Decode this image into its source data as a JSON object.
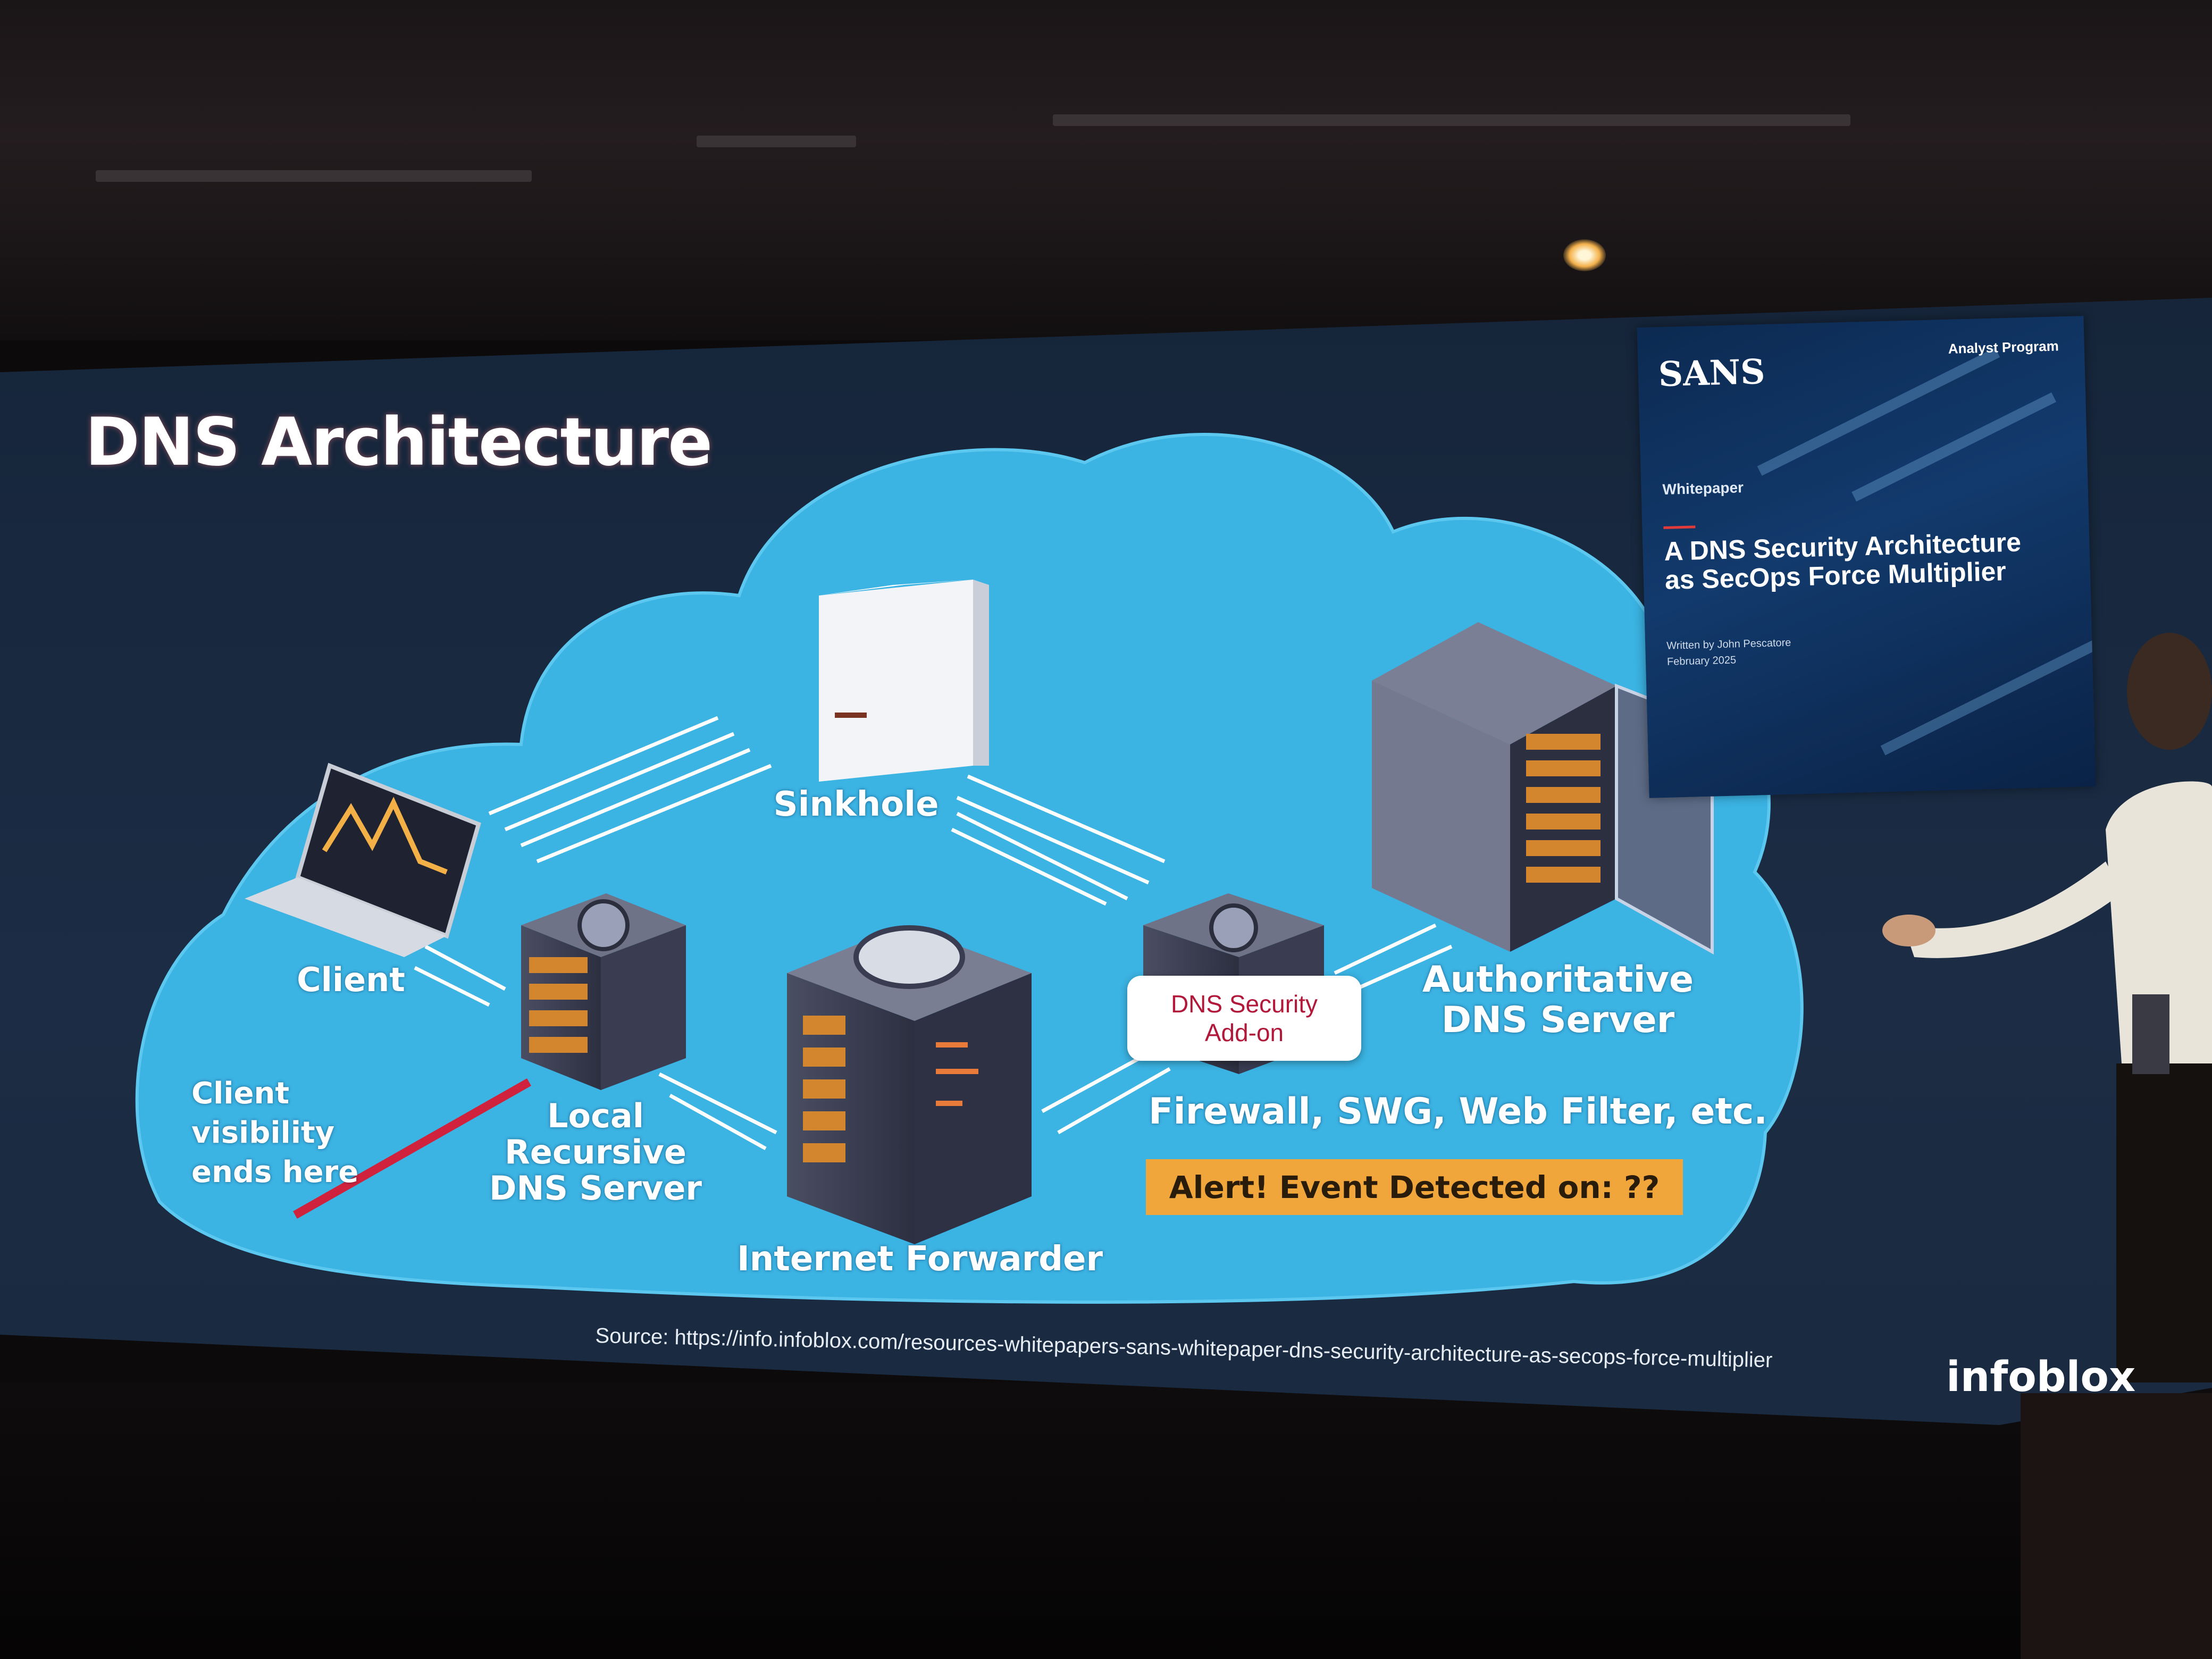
{
  "slide": {
    "title": "DNS Architecture",
    "source_label": "Source:",
    "source_url": "https://info.infoblox.com/resources-whitepapers-sans-whitepaper-dns-security-architecture-as-secops-force-multiplier",
    "brand": "infoblox"
  },
  "diagram": {
    "client": "Client",
    "sinkhole": "Sinkhole",
    "client_visibility": [
      "Client visibility",
      "ends here"
    ],
    "local_recursive": [
      "Local",
      "Recursive",
      "DNS Server"
    ],
    "internet_forwarder": "Internet Forwarder",
    "dns_security_addon": [
      "DNS Security",
      "Add-on"
    ],
    "authoritative": [
      "Authoritative",
      "DNS Server"
    ],
    "firewall_line": "Firewall, SWG, Web Filter, etc.",
    "alert": "Alert! Event Detected on: ??"
  },
  "whitepaper": {
    "publisher": "SANS",
    "program": "Analyst Program",
    "kind": "Whitepaper",
    "title": "A DNS Security Architecture as SecOps Force Multiplier",
    "author": "Written by John Pescatore",
    "date": "February 2025"
  },
  "colors": {
    "cloud": "#3bb3e3",
    "alert_bg": "#f0a63a",
    "addon_text": "#b2183a",
    "visibility_line": "#d0223c"
  }
}
